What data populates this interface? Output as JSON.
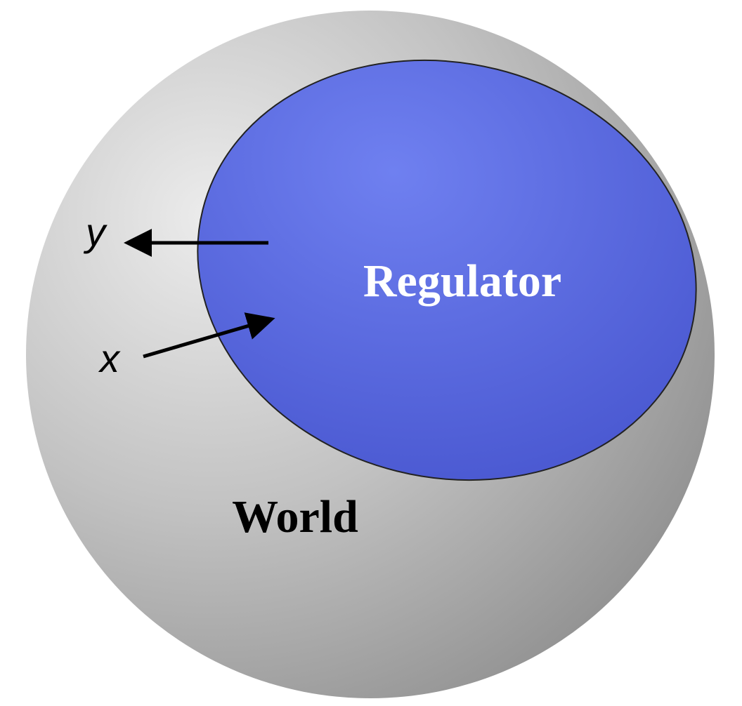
{
  "world": {
    "label": "World",
    "color": "#a9a9a9"
  },
  "regulator": {
    "label": "Regulator",
    "color": "#5b6ee0"
  },
  "output": {
    "label": "y"
  },
  "input": {
    "label": "x"
  }
}
